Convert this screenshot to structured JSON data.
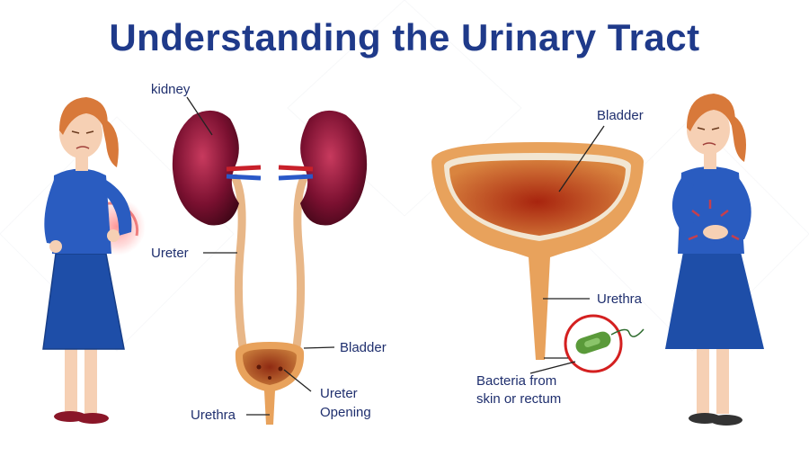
{
  "title": "Understanding the Urinary Tract",
  "labels": {
    "kidney": "kidney",
    "ureter": "Ureter",
    "bladder_left": "Bladder",
    "ureter_opening_1": "Ureter",
    "ureter_opening_2": "Opening",
    "urethra_left": "Urethra",
    "bladder_right": "Bladder",
    "urethra_right": "Urethra",
    "bacteria_1": "Bacteria from",
    "bacteria_2": "skin or rectum"
  },
  "colors": {
    "title": "#1f3a8a",
    "label_text": "#1f2f6e",
    "kidney": "#7a1030",
    "tube": "#e8b788",
    "bladder_outer": "#e8a25c",
    "bladder_inner": "#b8401a",
    "dress": "#1e4ea8",
    "skin": "#f6d0b4",
    "hair": "#d8793a",
    "pain_glow": "#e23a3a",
    "bacterium": "#5a9a3a"
  },
  "icons": [
    "kidney-icon",
    "bladder-icon",
    "bacterium-icon",
    "woman-figure-icon"
  ]
}
